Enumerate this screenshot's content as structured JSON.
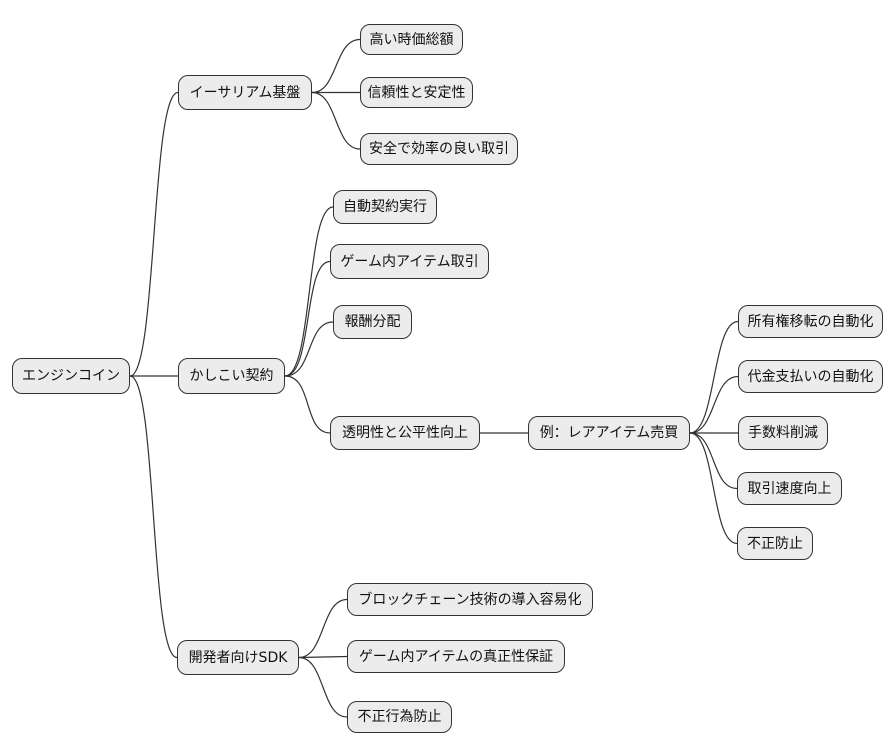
{
  "diagram": {
    "type": "mindmap",
    "topic": "エンジンコイン",
    "colors": {
      "background": "#ffffff",
      "node_fill": "#ececec",
      "node_border": "#333333",
      "edge": "#333333",
      "text": "#111111"
    },
    "nodes": {
      "root": {
        "label": "エンジンコイン"
      },
      "ethereum": {
        "label": "イーサリアム基盤"
      },
      "market_cap": {
        "label": "高い時価総額"
      },
      "reliability": {
        "label": "信頼性と安定性"
      },
      "secure_trade": {
        "label": "安全で効率の良い取引"
      },
      "smart_contract": {
        "label": "かしこい契約"
      },
      "auto_exec": {
        "label": "自動契約実行"
      },
      "item_trade": {
        "label": "ゲーム内アイテム取引"
      },
      "reward": {
        "label": "報酬分配"
      },
      "transparency": {
        "label": "透明性と公平性向上"
      },
      "example": {
        "label": "例：レアアイテム売買"
      },
      "ownership": {
        "label": "所有権移転の自動化"
      },
      "payment": {
        "label": "代金支払いの自動化"
      },
      "fee": {
        "label": "手数料削減"
      },
      "speed": {
        "label": "取引速度向上"
      },
      "fraud": {
        "label": "不正防止"
      },
      "sdk": {
        "label": "開発者向けSDK"
      },
      "blockchain_easy": {
        "label": "ブロックチェーン技術の導入容易化"
      },
      "authenticity": {
        "label": "ゲーム内アイテムの真正性保証"
      },
      "fraud_prevention": {
        "label": "不正行為防止"
      }
    },
    "edges": [
      [
        "root",
        "ethereum"
      ],
      [
        "root",
        "smart_contract"
      ],
      [
        "root",
        "sdk"
      ],
      [
        "ethereum",
        "market_cap"
      ],
      [
        "ethereum",
        "reliability"
      ],
      [
        "ethereum",
        "secure_trade"
      ],
      [
        "smart_contract",
        "auto_exec"
      ],
      [
        "smart_contract",
        "item_trade"
      ],
      [
        "smart_contract",
        "reward"
      ],
      [
        "smart_contract",
        "transparency"
      ],
      [
        "transparency",
        "example"
      ],
      [
        "example",
        "ownership"
      ],
      [
        "example",
        "payment"
      ],
      [
        "example",
        "fee"
      ],
      [
        "example",
        "speed"
      ],
      [
        "example",
        "fraud"
      ],
      [
        "sdk",
        "blockchain_easy"
      ],
      [
        "sdk",
        "authenticity"
      ],
      [
        "sdk",
        "fraud_prevention"
      ]
    ]
  }
}
